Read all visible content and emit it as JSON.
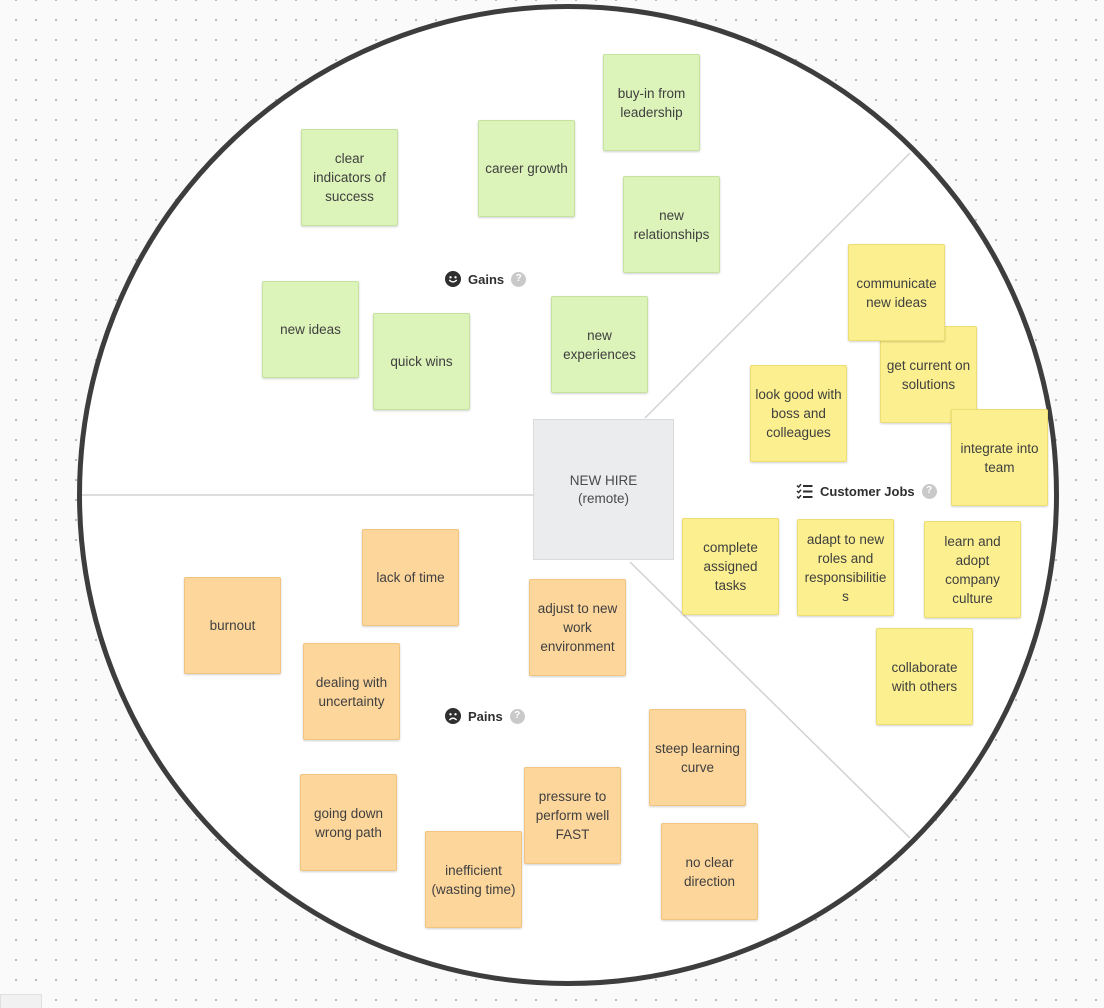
{
  "center": {
    "line1": "NEW HIRE",
    "line2": "(remote)"
  },
  "sections": {
    "gains": {
      "label": "Gains",
      "icon": "smile-icon",
      "help": "?"
    },
    "pains": {
      "label": "Pains",
      "icon": "frown-icon",
      "help": "?"
    },
    "jobs": {
      "label": "Customer Jobs",
      "icon": "checklist-icon",
      "help": "?"
    }
  },
  "gains": [
    "clear indicators of success",
    "career growth",
    "buy-in from leadership",
    "new relationships",
    "new ideas",
    "quick wins",
    "new experiences"
  ],
  "jobs": [
    "communicate new ideas",
    "get current on solutions",
    "look good with boss and colleagues",
    "integrate into team",
    "complete assigned tasks",
    "adapt to new roles and responsibilities",
    "learn and adopt company culture",
    "collaborate with others"
  ],
  "pains": [
    "lack of time",
    "burnout",
    "adjust to new work environment",
    "dealing with uncertainty",
    "steep learning curve",
    "going down wrong path",
    "pressure to perform well FAST",
    "inefficient (wasting time)",
    "no clear direction"
  ],
  "colors": {
    "gains": "#dcf3b9",
    "jobs": "#fbef8f",
    "pains": "#fdd69c",
    "center": "#ebecee",
    "ring": "#3d3d3d"
  }
}
